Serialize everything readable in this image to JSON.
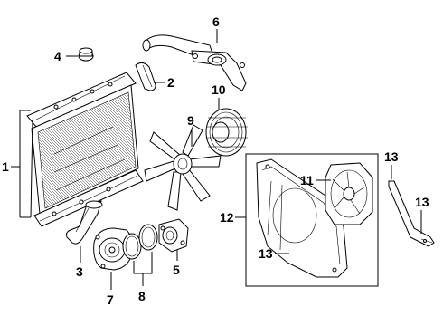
{
  "callouts": {
    "c1": "1",
    "c2": "2",
    "c3": "3",
    "c4": "4",
    "c5": "5",
    "c6": "6",
    "c7": "7",
    "c8": "8",
    "c9": "9",
    "c10": "10",
    "c11": "11",
    "c12": "12",
    "c13a": "13",
    "c13b": "13",
    "c13c": "13"
  },
  "icons": {
    "radiator": "radiator-icon",
    "radiator_cap": "radiator-cap-icon",
    "upper_hose": "upper-hose-icon",
    "lower_hose": "lower-hose-icon",
    "water_pipe": "water-outlet-pipe-icon",
    "fan_blade": "fan-blade-icon",
    "fan_clutch": "fan-clutch-icon",
    "water_pump": "water-pump-icon",
    "gaskets": "gasket-icon",
    "thermostat_housing": "thermostat-housing-icon",
    "fan_shroud": "fan-shroud-icon",
    "electric_fan": "electric-fan-icon",
    "bracket": "bracket-icon"
  },
  "colors": {
    "line": "#000000",
    "background": "#ffffff"
  }
}
